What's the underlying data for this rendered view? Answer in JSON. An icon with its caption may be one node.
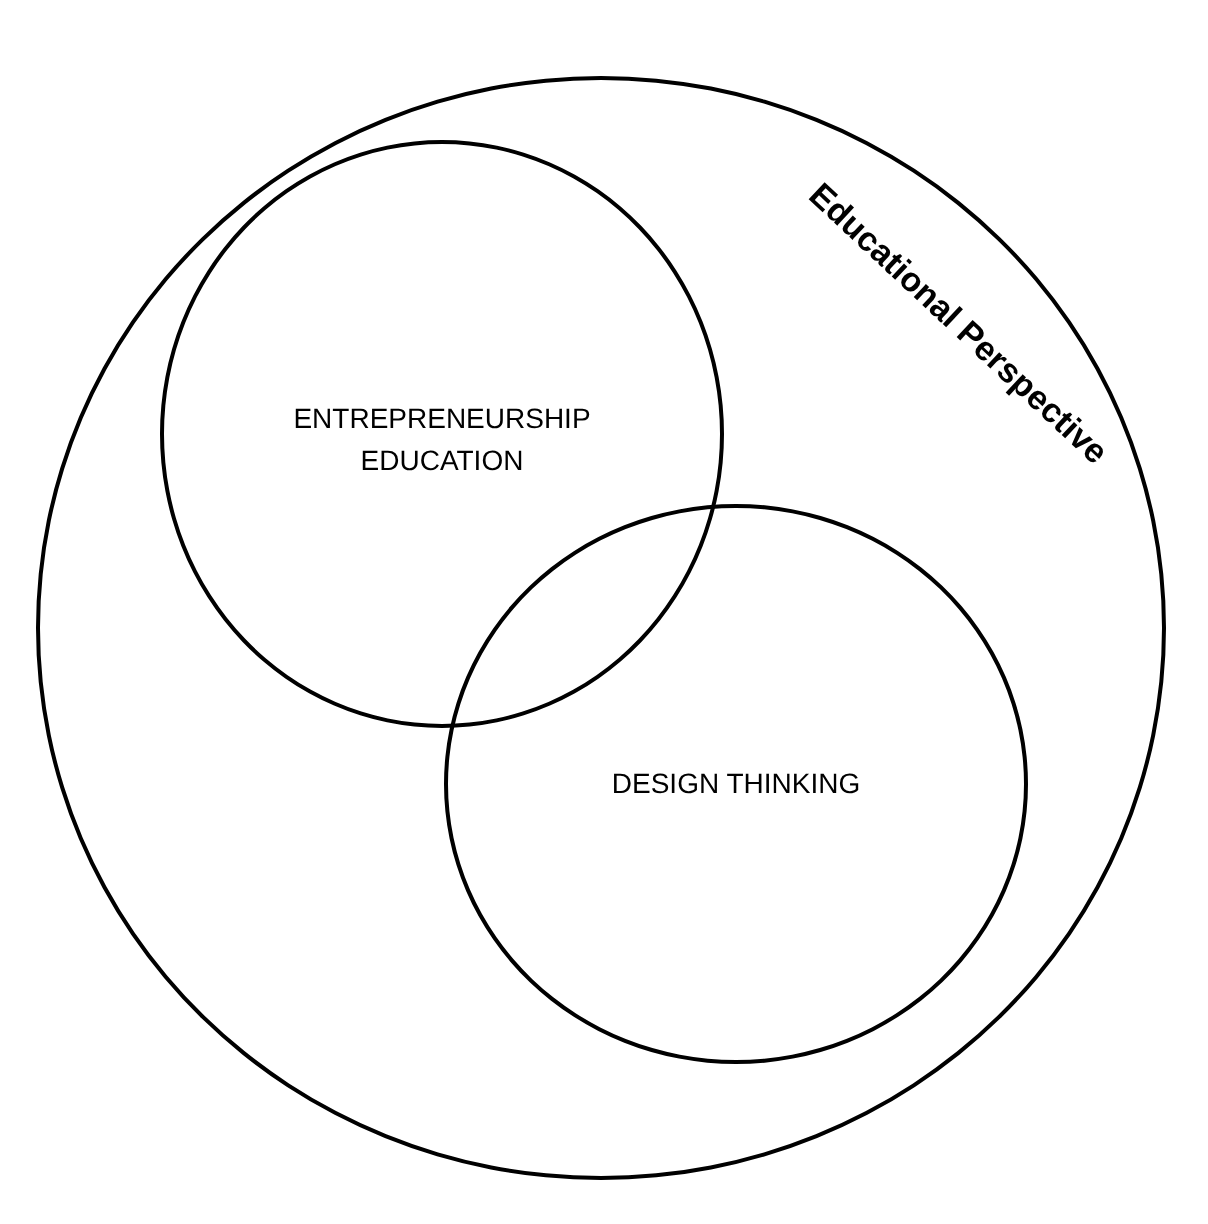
{
  "diagram": {
    "nodes": [
      {
        "text": [
          "Educational Perspective"
        ]
      },
      {
        "text": [
          "ENTREPRENEURSHIP EDUCATION"
        ],
        "in": 0
      },
      {
        "text": [
          "DESIGN THINKING"
        ],
        "in": 0
      }
    ]
  }
}
